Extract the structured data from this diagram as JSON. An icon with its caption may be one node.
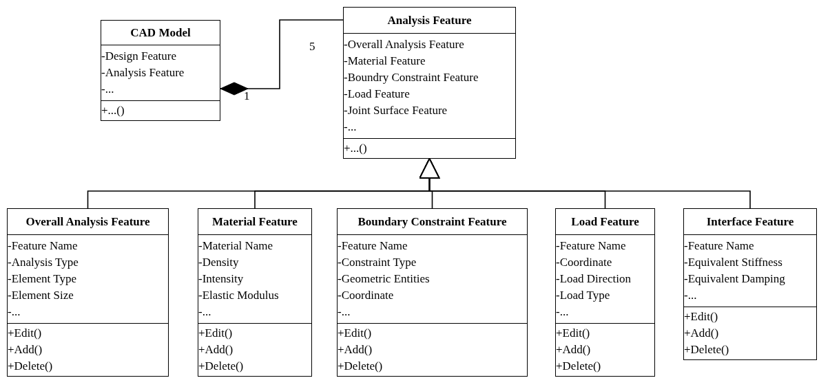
{
  "diagram": {
    "nodes": [
      {
        "text": [
          "CAD Model"
        ]
      },
      {
        "text": [
          "-Design Feature",
          "-Analysis Feature",
          "-..."
        ],
        "in": 0
      },
      {
        "text": [
          "+...()"
        ],
        "in": 0
      },
      {
        "text": [
          "Analysis Feature"
        ]
      },
      {
        "text": [
          "-Overall Analysis Feature",
          "-Material Feature",
          "-Boundry Constraint Feature",
          "-Load Feature",
          "-Joint Surface Feature",
          "-..."
        ],
        "in": 3
      },
      {
        "text": [
          "+...()"
        ],
        "in": 3
      },
      {
        "text": [
          "Overall Analysis Feature"
        ]
      },
      {
        "text": [
          "-Feature Name",
          "-Analysis Type",
          "-Element Type",
          "-Element Size",
          "-..."
        ],
        "in": 6
      },
      {
        "text": [
          "+Edit()",
          "+Add()",
          "+Delete()"
        ],
        "in": 6
      },
      {
        "text": [
          "Material Feature"
        ]
      },
      {
        "text": [
          "-Material Name",
          "-Density",
          "-Intensity",
          "-Elastic Modulus",
          "-..."
        ],
        "in": 9
      },
      {
        "text": [
          "+Edit()",
          "+Add()",
          "+Delete()"
        ],
        "in": 9
      },
      {
        "text": [
          "Boundary Constraint Feature"
        ]
      },
      {
        "text": [
          "-Feature Name",
          "-Constraint Type",
          "-Geometric Entities",
          "-Coordinate",
          "-..."
        ],
        "in": 12
      },
      {
        "text": [
          "+Edit()",
          "+Add()",
          "+Delete()"
        ],
        "in": 12
      },
      {
        "text": [
          "Load Feature"
        ]
      },
      {
        "text": [
          "-Feature Name",
          "-Coordinate",
          "-Load Direction",
          "-Load Type",
          "-..."
        ],
        "in": 15
      },
      {
        "text": [
          "+Edit()",
          "+Add()",
          "+Delete()"
        ],
        "in": 15
      },
      {
        "text": [
          "Interface Feature"
        ]
      },
      {
        "text": [
          "-Feature Name",
          "-Equivalent Stiffness",
          "-Equivalent Damping",
          "-..."
        ],
        "in": 18
      },
      {
        "text": [
          "+Edit()",
          "+Add()",
          "+Delete()"
        ],
        "in": 18
      }
    ],
    "edges": [
      {
        "from": 3,
        "to": 0,
        "arrow": "other"
      },
      {
        "from": 6,
        "to": 3,
        "arrow": "to"
      },
      {
        "from": 9,
        "to": 3,
        "arrow": "to"
      },
      {
        "from": 12,
        "to": 3,
        "arrow": "to"
      },
      {
        "from": 15,
        "to": 3,
        "arrow": "to"
      },
      {
        "from": 18,
        "to": 3,
        "arrow": "to"
      }
    ],
    "labels": [
      "5",
      "1"
    ]
  }
}
